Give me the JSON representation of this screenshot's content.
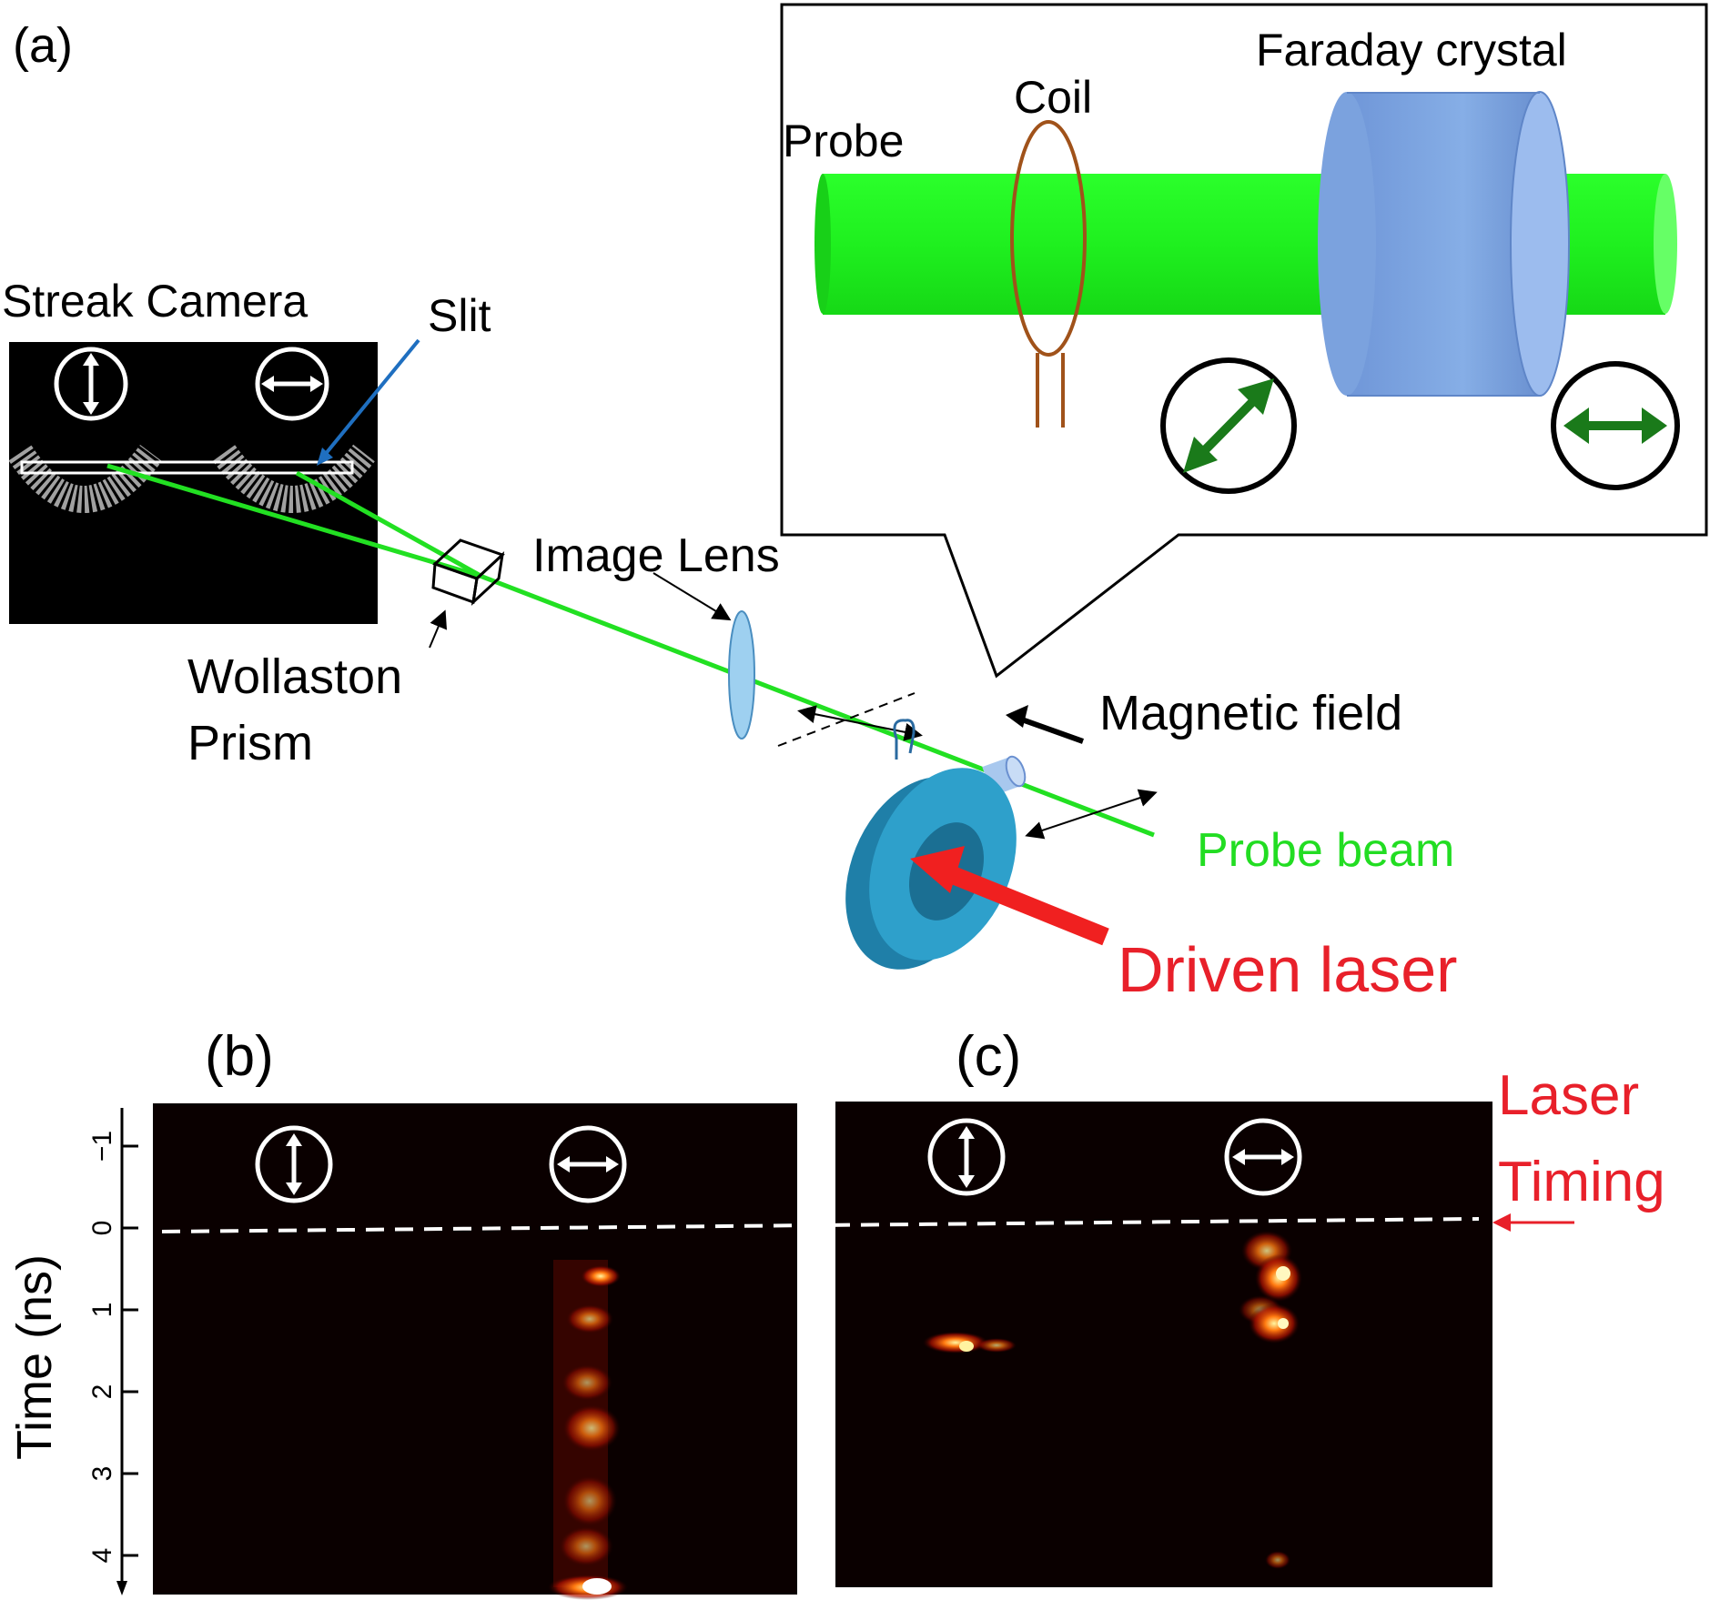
{
  "panels": {
    "a": "(a)",
    "b": "(b)",
    "c": "(c)"
  },
  "setup": {
    "streak_camera": "Streak Camera",
    "slit": "Slit",
    "wollaston_line1": "Wollaston",
    "wollaston_line2": "Prism",
    "image_lens": "Image Lens",
    "magnetic_field": "Magnetic field",
    "probe_beam": "Probe beam",
    "driven_laser": "Driven laser"
  },
  "inset": {
    "faraday_crystal": "Faraday crystal",
    "coil": "Coil",
    "probe": "Probe"
  },
  "streak": {
    "y_axis_label": "Time (ns)",
    "ticks": [
      "-1",
      "0",
      "1",
      "2",
      "3",
      "4"
    ],
    "laser_timing_line1": "Laser",
    "laser_timing_line2": "Timing"
  },
  "colors": {
    "beam_green": "#22e022",
    "coil_brown": "#a0521a",
    "crystal_blue": "#7fa6e0",
    "target_blue": "#2e9ec9",
    "laser_red": "#f02020",
    "label_red": "#e8202a",
    "probe_label_green": "#22dd22",
    "streak_signal": "#ff4010"
  }
}
